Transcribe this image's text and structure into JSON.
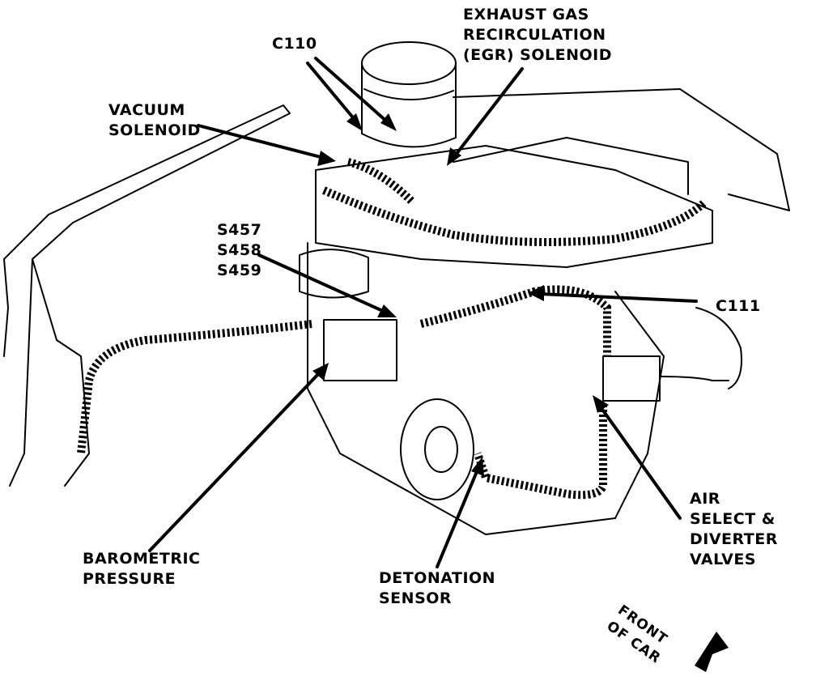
{
  "labels": {
    "c110": "C110",
    "egr": [
      "EXHAUST GAS",
      "RECIRCULATION",
      "(EGR) SOLENOID"
    ],
    "vacuum": [
      "VACUUM",
      "SOLENOID"
    ],
    "splices": [
      "S457",
      "S458",
      "S459"
    ],
    "c111": "C111",
    "barometric": [
      "BAROMETRIC",
      "PRESSURE"
    ],
    "detonation": [
      "DETONATION",
      "SENSOR"
    ],
    "air_select": [
      "AIR",
      "SELECT &",
      "DIVERTER",
      "VALVES"
    ],
    "front": [
      "FRONT",
      "OF CAR"
    ]
  },
  "colors": {
    "ink": "#000000",
    "paper": "#ffffff"
  }
}
